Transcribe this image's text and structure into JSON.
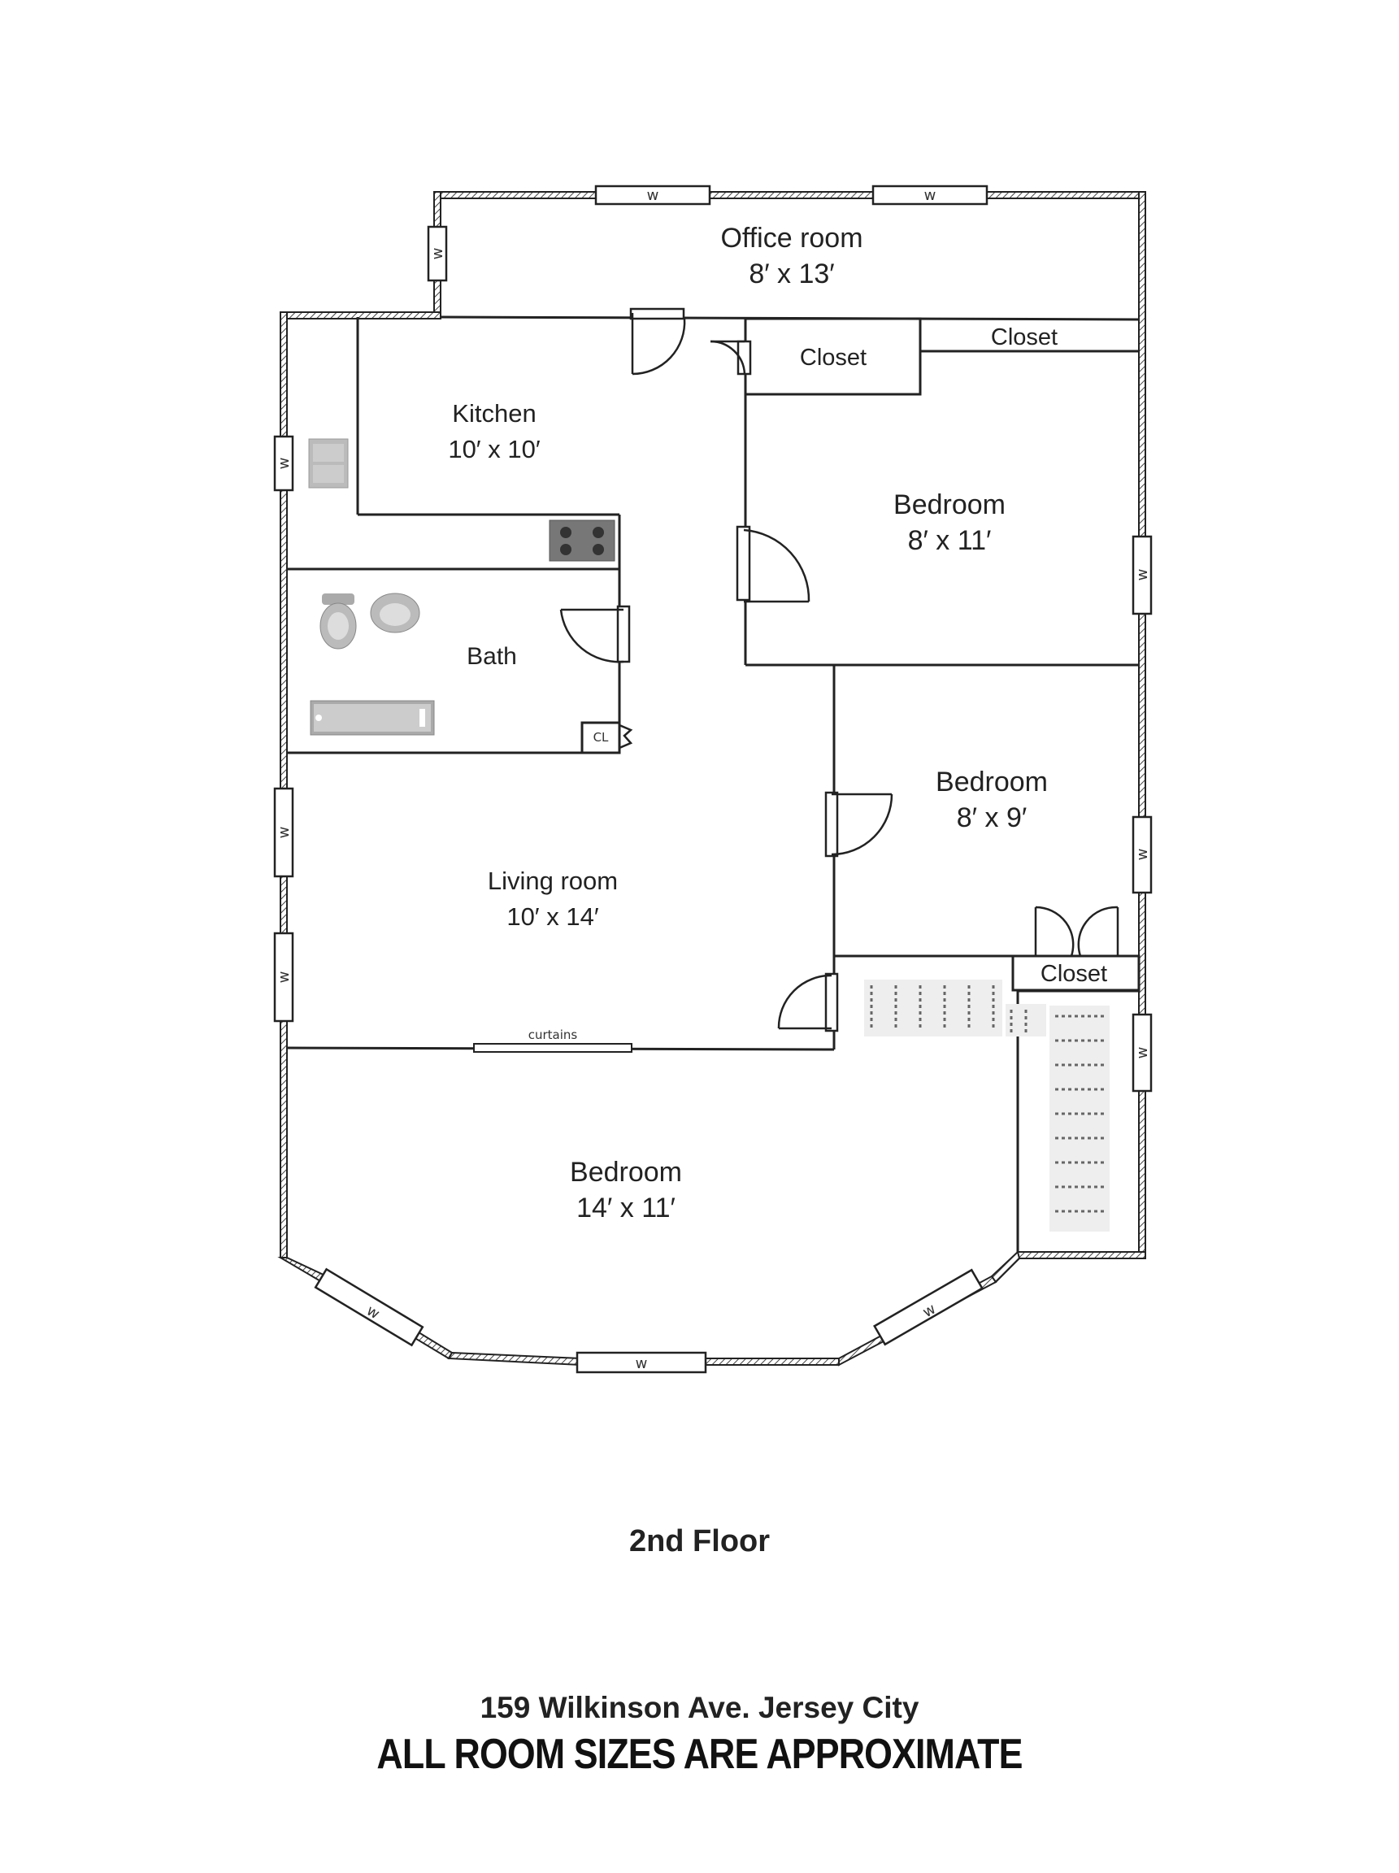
{
  "rooms": {
    "office": {
      "name": "Office room",
      "size": "8′ x 13′"
    },
    "kitchen": {
      "name": "Kitchen",
      "size": "10′ x 10′"
    },
    "bedroom_ne": {
      "name": "Bedroom",
      "size": "8′ x 11′"
    },
    "bedroom_e": {
      "name": "Bedroom",
      "size": "8′ x 9′"
    },
    "living": {
      "name": "Living room",
      "size": "10′ x 14′"
    },
    "bedroom_s": {
      "name": "Bedroom",
      "size": "14′ x 11′"
    },
    "bath": {
      "name": "Bath"
    },
    "closet_1": {
      "name": "Closet"
    },
    "closet_2": {
      "name": "Closet"
    },
    "closet_3": {
      "name": "Closet"
    },
    "cl": {
      "name": "CL"
    }
  },
  "window_label": "w",
  "curtains_label": "curtains",
  "footer": {
    "floor": "2nd Floor",
    "address": "159 Wilkinson Ave. Jersey City",
    "disclaimer": "ALL ROOM SIZES ARE APPROXIMATE"
  }
}
